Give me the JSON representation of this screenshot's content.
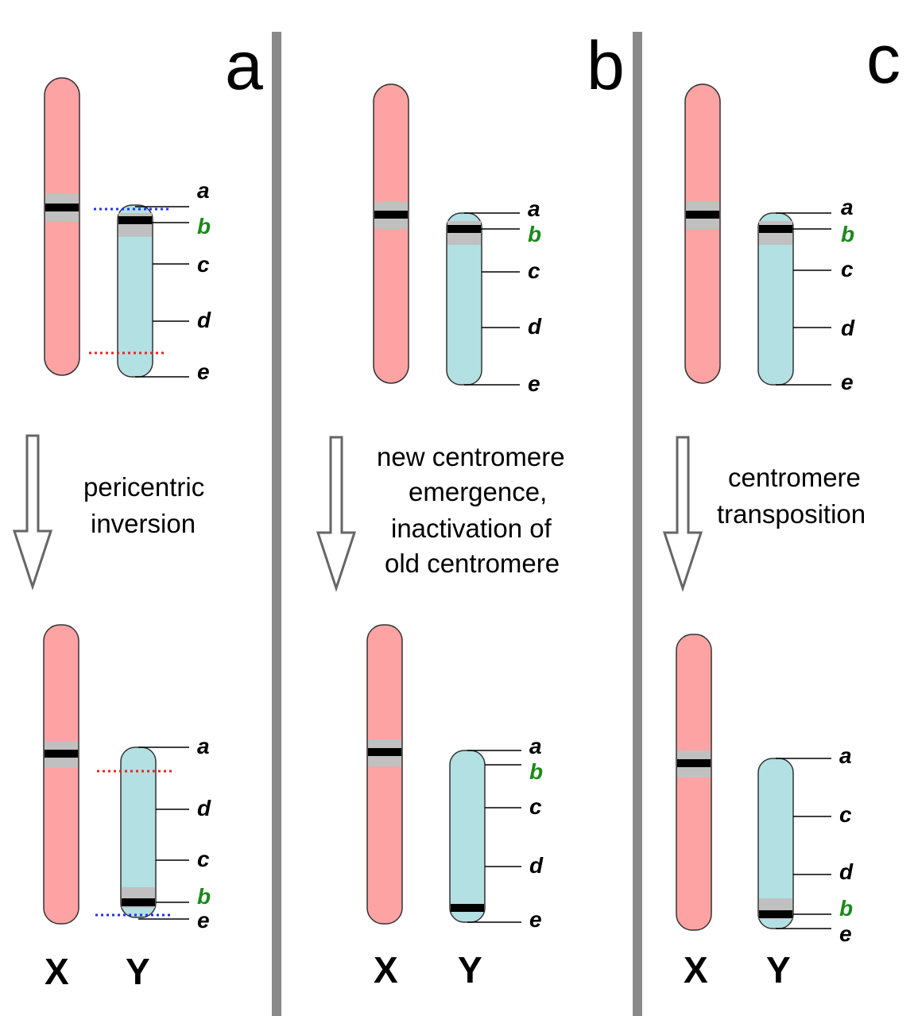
{
  "colors": {
    "x_chromosome": "#fda3a3",
    "y_chromosome": "#b3e0e2",
    "centromere": "#000000",
    "pericentromere": "#c0c0c0",
    "divider": "#8a8a8a",
    "arrow": "#666666",
    "breakpoint_top": "#2233ee",
    "breakpoint_bottom": "#ee2222",
    "gene_b": "#1a8a1a"
  },
  "panels": [
    {
      "letter": "a",
      "caption": [
        "pericentric",
        "inversion"
      ],
      "before_genes": [
        "a",
        "b",
        "c",
        "d",
        "e"
      ],
      "after_genes": [
        "a",
        "d",
        "c",
        "b",
        "e"
      ],
      "x_label": "X",
      "y_label": "Y"
    },
    {
      "letter": "b",
      "caption": [
        "new centromere",
        "emergence,",
        "inactivation of",
        "old centromere"
      ],
      "before_genes": [
        "a",
        "b",
        "c",
        "d",
        "e"
      ],
      "after_genes": [
        "a",
        "b",
        "c",
        "d",
        "e"
      ],
      "x_label": "X",
      "y_label": "Y"
    },
    {
      "letter": "c",
      "caption": [
        "centromere",
        "transposition"
      ],
      "before_genes": [
        "a",
        "b",
        "c",
        "d",
        "e"
      ],
      "after_genes": [
        "a",
        "c",
        "d",
        "b",
        "e"
      ],
      "x_label": "X",
      "y_label": "Y"
    }
  ]
}
